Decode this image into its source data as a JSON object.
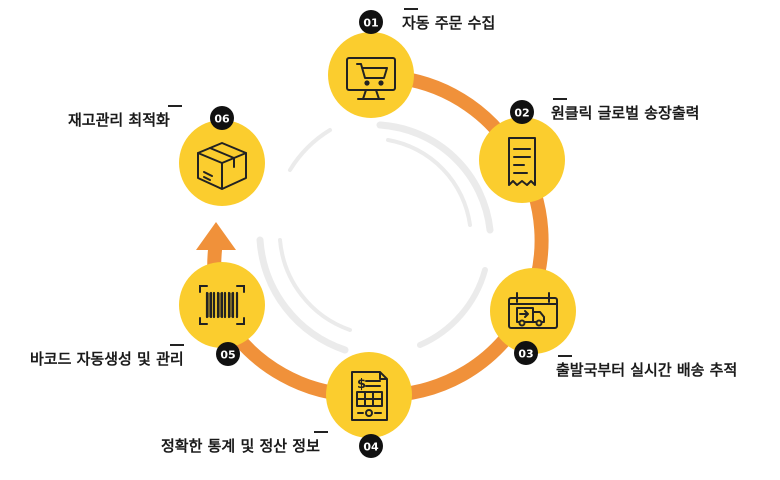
{
  "colors": {
    "ring": "#f0913a",
    "circle": "#fbcd2e",
    "badge": "#111111",
    "badge_text": "#ffffff",
    "icon": "#222222",
    "deco": "#ebebeb"
  },
  "steps": [
    {
      "num": "01",
      "label": "자동 주문 수집",
      "icon": "monitor-cart-icon"
    },
    {
      "num": "02",
      "label": "원클릭 글로벌 송장출력",
      "icon": "receipt-icon"
    },
    {
      "num": "03",
      "label": "출발국부터 실시간 배송 추적",
      "icon": "delivery-truck-icon"
    },
    {
      "num": "04",
      "label": "정확한 통계 및 정산 정보",
      "icon": "invoice-icon"
    },
    {
      "num": "05",
      "label": "바코드 자동생성 및 관리",
      "icon": "barcode-icon"
    },
    {
      "num": "06",
      "label": "재고관리 최적화",
      "icon": "box-icon"
    }
  ]
}
